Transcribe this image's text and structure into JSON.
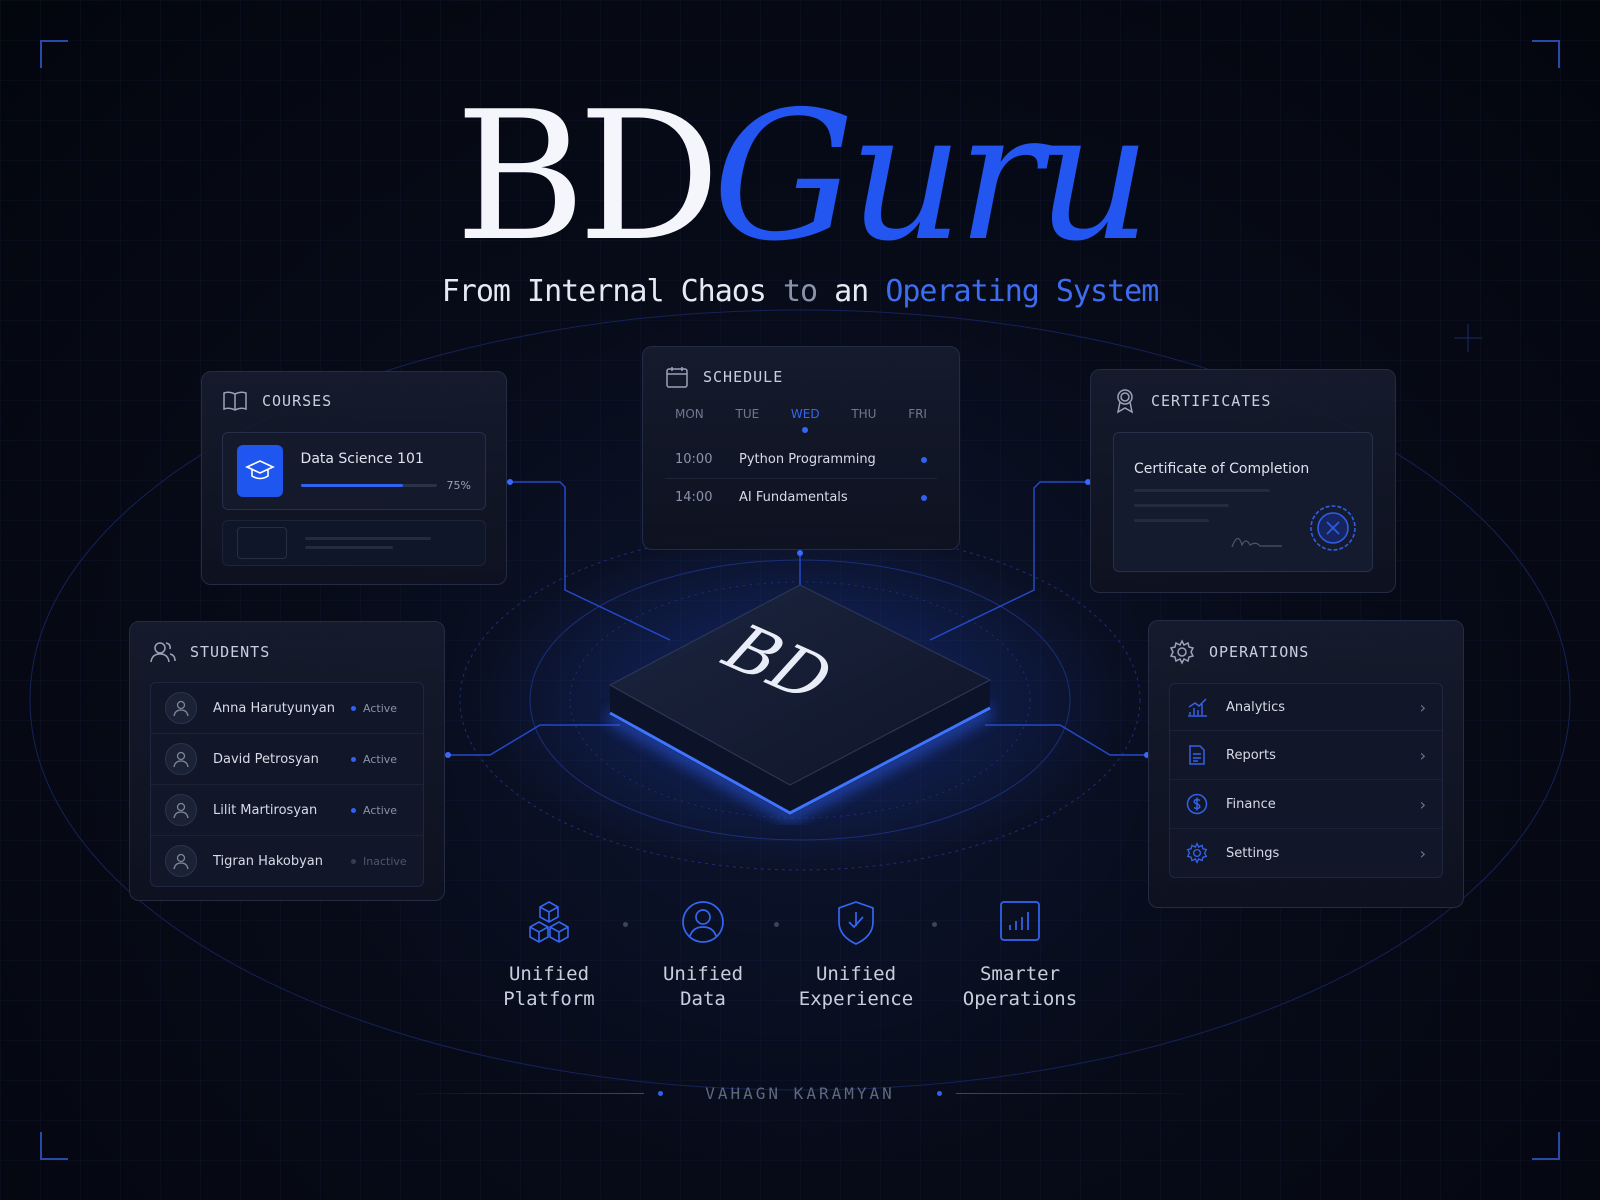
{
  "brand": {
    "title_plain": "BD",
    "title_accent": "Guru",
    "subtitle_part1": "From Internal Chaos",
    "subtitle_part2": "to",
    "subtitle_part3": "an",
    "subtitle_accent": "Operating System",
    "chip_text": "BD"
  },
  "colors": {
    "accent": "#2356f0",
    "background": "#070b18",
    "card": "#141a2c"
  },
  "courses": {
    "heading": "COURSES",
    "icon": "book-icon",
    "item": {
      "name": "Data Science 101",
      "progress_label": "75%",
      "progress": 0.75,
      "icon": "graduation-cap-icon"
    }
  },
  "schedule": {
    "heading": "SCHEDULE",
    "icon": "calendar-icon",
    "days": [
      "MON",
      "TUE",
      "WED",
      "THU",
      "FRI"
    ],
    "active_day": "WED",
    "items": [
      {
        "time": "10:00",
        "title": "Python Programming"
      },
      {
        "time": "14:00",
        "title": "AI Fundamentals"
      }
    ]
  },
  "certificates": {
    "heading": "CERTIFICATES",
    "icon": "award-icon",
    "card_title": "Certificate of Completion"
  },
  "students": {
    "heading": "STUDENTS",
    "icon": "users-icon",
    "rows": [
      {
        "name": "Anna Harutyunyan",
        "status": "Active"
      },
      {
        "name": "David Petrosyan",
        "status": "Active"
      },
      {
        "name": "Lilit Martirosyan",
        "status": "Active"
      },
      {
        "name": "Tigran Hakobyan",
        "status": "Inactive"
      }
    ]
  },
  "operations": {
    "heading": "OPERATIONS",
    "icon": "gear-icon",
    "items": [
      {
        "label": "Analytics",
        "icon": "chart-icon"
      },
      {
        "label": "Reports",
        "icon": "document-icon"
      },
      {
        "label": "Finance",
        "icon": "dollar-icon"
      },
      {
        "label": "Settings",
        "icon": "settings-icon"
      }
    ]
  },
  "features": [
    {
      "line1": "Unified",
      "line2": "Platform",
      "icon": "cubes-icon"
    },
    {
      "line1": "Unified",
      "line2": "Data",
      "icon": "user-circle-icon"
    },
    {
      "line1": "Unified",
      "line2": "Experience",
      "icon": "shield-check-icon"
    },
    {
      "line1": "Smarter",
      "line2": "Operations",
      "icon": "bar-chart-icon"
    }
  ],
  "footer": {
    "author": "VAHAGN KARAMYAN"
  }
}
